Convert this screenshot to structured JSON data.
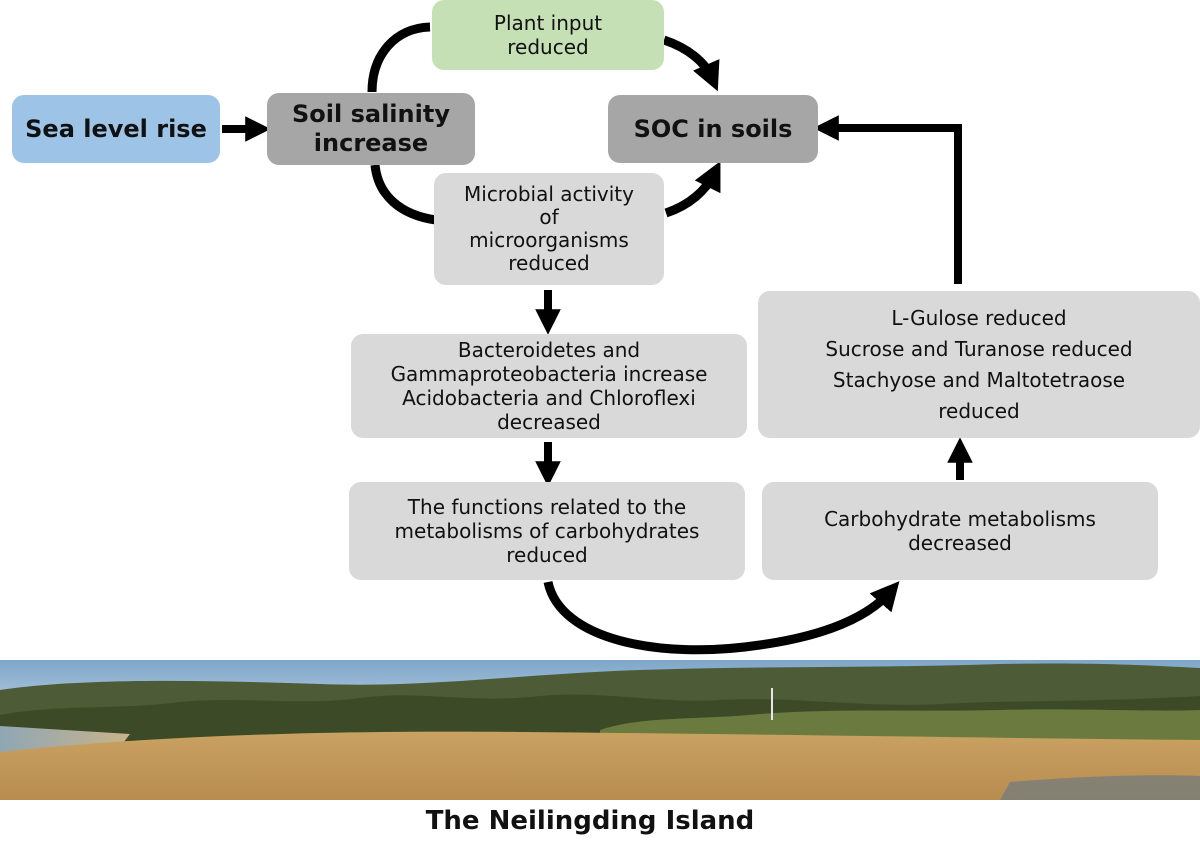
{
  "nodes": {
    "sea_level_rise": "Sea level rise",
    "soil_salinity": "Soil salinity\nincrease",
    "plant_input": "Plant input\nreduced",
    "soc": "SOC in soils",
    "microbial_activity": "Microbial activity\nof\nmicroorganisms\nreduced",
    "bacteria": "Bacteroidetes and\nGammaproteobacteria increase\nAcidobacteria and Chloroflexi\ndecreased",
    "functions": "The functions related to the\nmetabolisms of carbohydrates\nreduced",
    "sugars": "L-Gulose reduced\nSucrose and Turanose reduced\nStachyose and Maltotetraose\nreduced",
    "carb_metabolism": "Carbohydrate metabolisms\ndecreased"
  },
  "caption": "The Neilingding Island",
  "colors": {
    "blue": "#9dc3e6",
    "green": "#c5e0b4",
    "dark_gray": "#a6a6a6",
    "light_gray": "#d9d9d9",
    "arrow": "#000000"
  },
  "photo": {
    "subject": "island-beach-photo"
  }
}
